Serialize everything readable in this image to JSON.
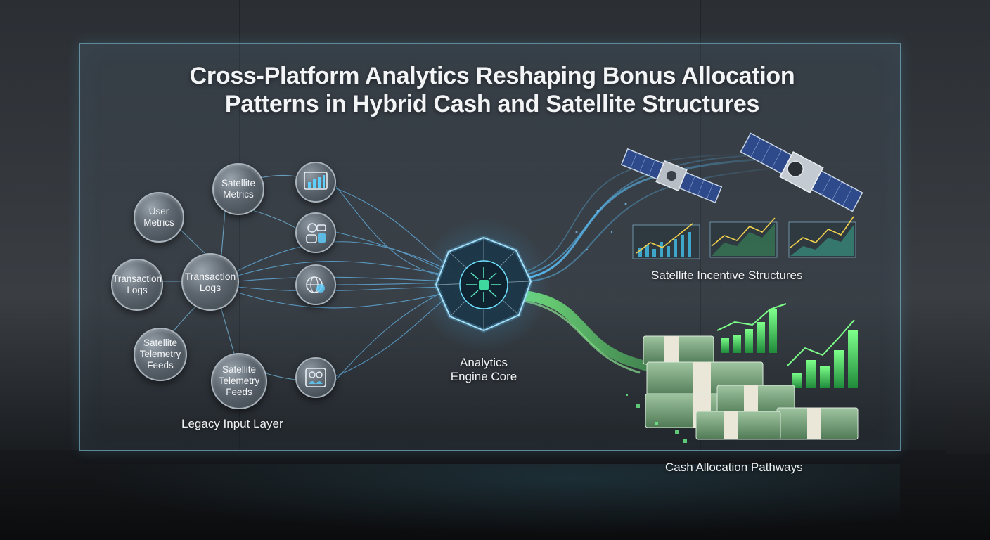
{
  "title": {
    "line1": "Cross-Platform Analytics Reshaping Bonus Allocation",
    "line2": "Patterns in Hybrid Cash and Satellite Structures"
  },
  "nodes": {
    "satellite_metrics": "Satellite Metrics",
    "user_metrics": "User Metrics",
    "transaction_logs_small": "Transaction Logs",
    "transaction_logs_hub": "Transaction Logs",
    "telemetry_left": "Satellite Telemetry Feeds",
    "telemetry_bottom": "Satellite Telemetry Feeds"
  },
  "icons": [
    "bar-chart-icon",
    "people-icon",
    "globe-icon",
    "team-icon"
  ],
  "labels": {
    "legacy": "Legacy Input Layer",
    "engine_line1": "Analytics",
    "engine_line2": "Engine Core",
    "satellite_structures": "Satellite Incentive Structures",
    "cash_pathways": "Cash Allocation Pathways"
  },
  "colors": {
    "accent_blue": "#4fb8ff",
    "accent_green": "#5ee86a",
    "panel_border": "#8cd2eb"
  }
}
